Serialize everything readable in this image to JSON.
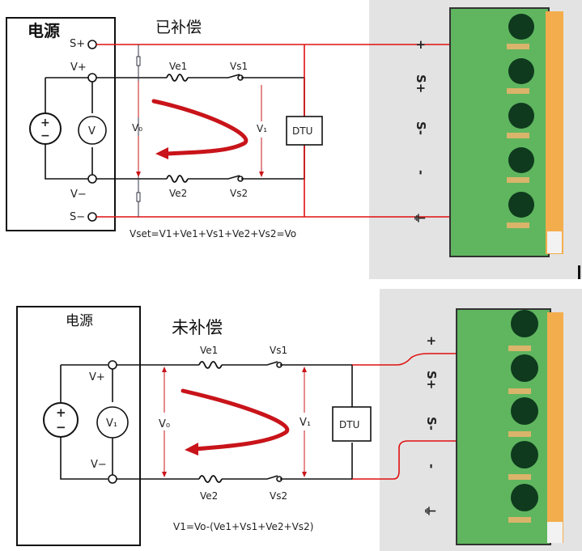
{
  "colors": {
    "wire": "#111111",
    "sense_wire": "#e01010",
    "arrow": "#c8141a",
    "connector_bg": "#e3e3e3",
    "terminal_green": "#5fb65f",
    "terminal_hole": "#0f3a1e",
    "latch_orange": "#f4ad4c",
    "pad_tan": "#d9b46a"
  },
  "top_panel": {
    "title": "已补偿",
    "supply_label": "电源",
    "terminals": {
      "s_plus": "S+",
      "v_plus": "V+",
      "v_minus": "V−",
      "s_minus": "S−"
    },
    "meter_label": "V",
    "source_plus": "+",
    "source_minus": "−",
    "labels": {
      "ve1": "Ve1",
      "vs1": "Vs1",
      "ve2": "Ve2",
      "vs2": "Vs2",
      "vo": "V₀",
      "v1": "V₁"
    },
    "load_label": "DTU",
    "formula": "Vset=V1+Ve1+Vs1+Ve2+Vs2=Vo"
  },
  "bottom_panel": {
    "title": "未补偿",
    "supply_label": "电源",
    "terminals": {
      "v_plus": "V+",
      "v_minus": "V−"
    },
    "meter_label": "V₁",
    "source_plus": "+",
    "source_minus": "−",
    "labels": {
      "ve1": "Ve1",
      "vs1": "Vs1",
      "ve2": "Ve2",
      "vs2": "Vs2",
      "vo": "V₀",
      "v1": "V₁"
    },
    "load_label": "DTU",
    "formula": "V1=Vo-(Ve1+Vs1+Ve2+Vs2)"
  },
  "connector": {
    "pin_labels": [
      "+",
      "S+",
      "S-",
      "-",
      "⏚"
    ]
  }
}
